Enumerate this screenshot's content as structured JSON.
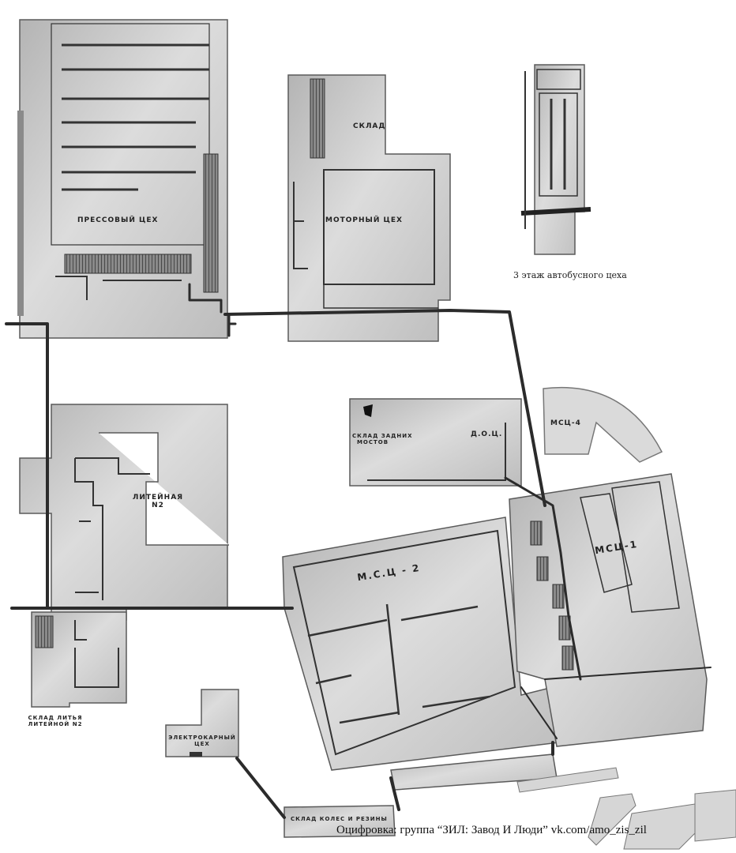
{
  "labels": {
    "press_shop": "ПРЕССОВЫЙ ЦЕХ",
    "warehouse": "СКЛАД",
    "motor_shop": "МОТОРНЫЙ ЦЕХ",
    "rear_axle_warehouse_1": "СКЛАД ЗАДНИХ",
    "rear_axle_warehouse_2": "МОСТОВ",
    "dots": "Д.О.Ц.",
    "msc4": "МСЦ-4",
    "foundry_1": "ЛИТЕЙНАЯ",
    "foundry_2": "N2",
    "msc2": "М.С.Ц - 2",
    "msc1": "МСЦ-1",
    "casting_warehouse_1": "СКЛАД ЛИТЬЯ",
    "casting_warehouse_2": "ЛИТЕЙНОЙ N2",
    "electrocar_1": "ЭЛЕКТРОКАРНЫЙ",
    "electrocar_2": "ЦЕХ",
    "wheels_tires": "СКЛАД КОЛЕС И РЕЗИНЫ"
  },
  "caption": "3 этаж автобусного цеха",
  "credit": "Оцифровка: группа “ЗИЛ: Завод И Люди” vk.com/amo_zis_zil",
  "colors": {
    "building_fill": "#c9c9c9",
    "building_stroke": "#5a5a5a",
    "conveyor": "#2b2b2b",
    "background": "#ffffff"
  }
}
